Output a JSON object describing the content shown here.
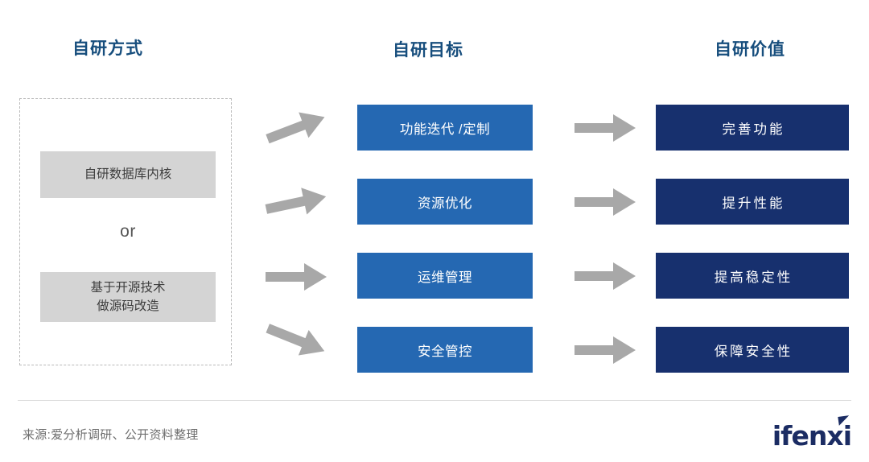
{
  "columns": {
    "method": {
      "title": "自研方式"
    },
    "goal": {
      "title": "自研目标"
    },
    "value": {
      "title": "自研价值"
    }
  },
  "method_group": {
    "options": [
      {
        "label": "自研数据库内核"
      },
      {
        "label": "基于开源技术\n做源码改造"
      }
    ],
    "connector_label": "or"
  },
  "goals": [
    {
      "label": "功能迭代 /定制"
    },
    {
      "label": "资源优化"
    },
    {
      "label": "运维管理"
    },
    {
      "label": "安全管控"
    }
  ],
  "values": [
    {
      "label": "完善功能"
    },
    {
      "label": "提升性能"
    },
    {
      "label": "提高稳定性"
    },
    {
      "label": "保障安全性"
    }
  ],
  "arrows": {
    "method_to_goal": [
      {
        "name": "arrow-method-to-goal-1",
        "direction": "up-right"
      },
      {
        "name": "arrow-method-to-goal-2",
        "direction": "up-right-slight"
      },
      {
        "name": "arrow-method-to-goal-3",
        "direction": "right"
      },
      {
        "name": "arrow-method-to-goal-4",
        "direction": "down-right"
      }
    ],
    "goal_to_value": [
      {
        "name": "arrow-goal-to-value-1",
        "direction": "right"
      },
      {
        "name": "arrow-goal-to-value-2",
        "direction": "right"
      },
      {
        "name": "arrow-goal-to-value-3",
        "direction": "right"
      },
      {
        "name": "arrow-goal-to-value-4",
        "direction": "right"
      }
    ]
  },
  "footer": {
    "source": "来源:爱分析调研、公开资料整理",
    "logo_text": "ifenxi"
  },
  "colors": {
    "header_blue": "#174e7d",
    "goal_blue": "#2568b2",
    "value_navy": "#17306e",
    "gray_box": "#d4d4d4",
    "arrow_gray": "#a8a8a8",
    "dashed_border": "#b9b9b9",
    "logo_navy": "#1b2c63"
  }
}
